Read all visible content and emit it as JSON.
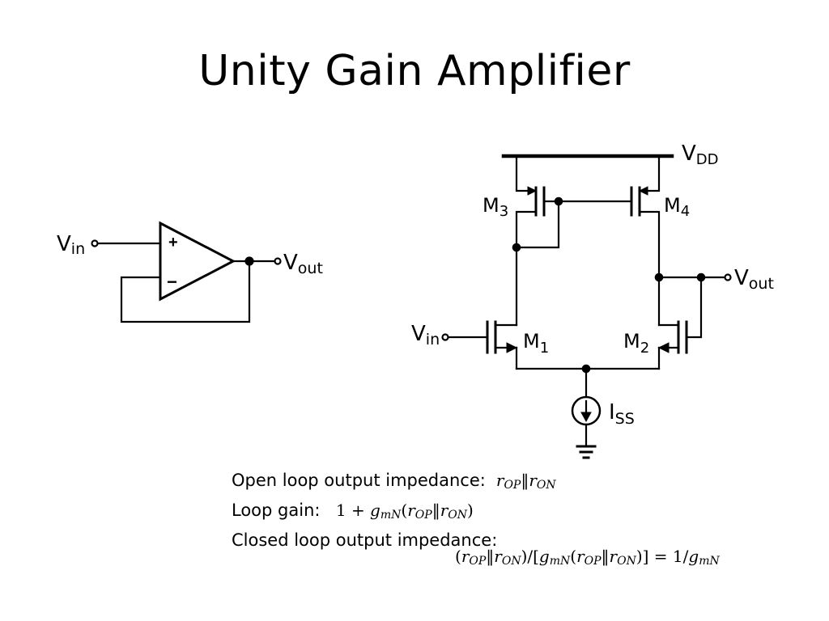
{
  "title": "Unity Gain Amplifier",
  "opamp": {
    "vin_label": "V",
    "vin_sub": "in",
    "vout_label": "V",
    "vout_sub": "out",
    "plus_sign": "+",
    "minus_sign": "−"
  },
  "circuit": {
    "vdd_label": "V",
    "vdd_sub": "DD",
    "m1": "M",
    "m1_sub": "1",
    "m2": "M",
    "m2_sub": "2",
    "m3": "M",
    "m3_sub": "3",
    "m4": "M",
    "m4_sub": "4",
    "vin_label": "V",
    "vin_sub": "in",
    "vout_label": "V",
    "vout_sub": "out",
    "iss_label": "I",
    "iss_sub": "SS"
  },
  "notes": {
    "open_loop_label": "Open loop output impedance:",
    "open_loop_expr": "r_OP‖r_ON",
    "loop_gain_label": "Loop gain:",
    "loop_gain_expr": "1 + g_mN(r_OP‖r_ON)",
    "closed_loop_label": "Closed loop output impedance:",
    "closed_loop_expr": "(r_OP‖r_ON)/[g_mN(r_OP‖r_ON)] = 1/g_mN"
  }
}
